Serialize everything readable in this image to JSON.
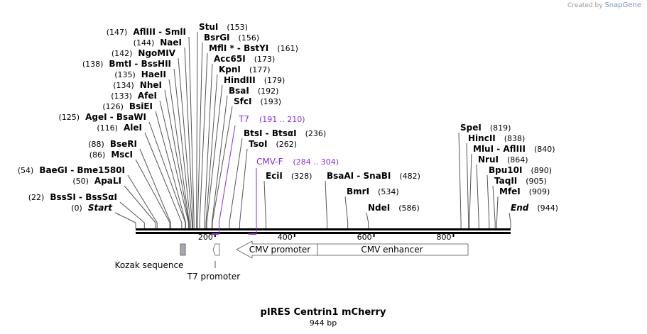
{
  "credit": {
    "prefix": "Created by",
    "brand": "SnapGene"
  },
  "title": "pIRES Centrin1 mCherry",
  "length_label": "944 bp",
  "sequence_length": 944,
  "ruler_ticks": [
    {
      "pos": 200,
      "label": "200"
    },
    {
      "pos": 400,
      "label": "400"
    },
    {
      "pos": 600,
      "label": "600"
    },
    {
      "pos": 800,
      "label": "800"
    }
  ],
  "sites": [
    {
      "pos": 0,
      "names": [
        "Start"
      ],
      "coord": "(0)",
      "special": true
    },
    {
      "pos": 22,
      "names": [
        "BssSI",
        "BssSαI"
      ],
      "coord": "(22)"
    },
    {
      "pos": 50,
      "names": [
        "ApaLI"
      ],
      "coord": "(50)"
    },
    {
      "pos": 54,
      "names": [
        "BaeGI",
        "Bme1580I"
      ],
      "coord": "(54)"
    },
    {
      "pos": 86,
      "names": [
        "MscI"
      ],
      "coord": "(86)"
    },
    {
      "pos": 88,
      "names": [
        "BseRI"
      ],
      "coord": "(88)"
    },
    {
      "pos": 116,
      "names": [
        "AleI"
      ],
      "coord": "(116)"
    },
    {
      "pos": 125,
      "names": [
        "AgeI",
        "BsaWI"
      ],
      "coord": "(125)"
    },
    {
      "pos": 126,
      "names": [
        "BsiEI"
      ],
      "coord": "(126)"
    },
    {
      "pos": 133,
      "names": [
        "AfeI"
      ],
      "coord": "(133)"
    },
    {
      "pos": 134,
      "names": [
        "NheI"
      ],
      "coord": "(134)"
    },
    {
      "pos": 135,
      "names": [
        "HaeII"
      ],
      "coord": "(135)"
    },
    {
      "pos": 138,
      "names": [
        "BmtI",
        "BssHII"
      ],
      "coord": "(138)"
    },
    {
      "pos": 142,
      "names": [
        "NgoMIV"
      ],
      "coord": "(142)"
    },
    {
      "pos": 144,
      "names": [
        "NaeI"
      ],
      "coord": "(144)"
    },
    {
      "pos": 147,
      "names": [
        "AflIII",
        "SmlI"
      ],
      "coord": "(147)"
    },
    {
      "pos": 153,
      "names": [
        "StuI"
      ],
      "coord": "(153)"
    },
    {
      "pos": 156,
      "names": [
        "BsrGI"
      ],
      "coord": "(156)"
    },
    {
      "pos": 161,
      "names": [
        "MflI *",
        "BstYI"
      ],
      "coord": "(161)"
    },
    {
      "pos": 173,
      "names": [
        "Acc65I"
      ],
      "coord": "(173)"
    },
    {
      "pos": 177,
      "names": [
        "KpnI"
      ],
      "coord": "(177)"
    },
    {
      "pos": 179,
      "names": [
        "HindIII"
      ],
      "coord": "(179)"
    },
    {
      "pos": 192,
      "names": [
        "BsaI"
      ],
      "coord": "(192)"
    },
    {
      "pos": 193,
      "names": [
        "SfcI"
      ],
      "coord": "(193)"
    },
    {
      "pos": 236,
      "names": [
        "BtsI",
        "BtsαI"
      ],
      "coord": "(236)"
    },
    {
      "pos": 262,
      "names": [
        "TsoI"
      ],
      "coord": "(262)"
    },
    {
      "pos": 328,
      "names": [
        "EciI"
      ],
      "coord": "(328)"
    },
    {
      "pos": 482,
      "names": [
        "BsaAI",
        "SnaBI"
      ],
      "coord": "(482)"
    },
    {
      "pos": 534,
      "names": [
        "BmrI"
      ],
      "coord": "(534)"
    },
    {
      "pos": 586,
      "names": [
        "NdeI"
      ],
      "coord": "(586)"
    },
    {
      "pos": 819,
      "names": [
        "SpeI"
      ],
      "coord": "(819)"
    },
    {
      "pos": 838,
      "names": [
        "HincII"
      ],
      "coord": "(838)"
    },
    {
      "pos": 840,
      "names": [
        "MluI",
        "AflIII"
      ],
      "coord": "(840)"
    },
    {
      "pos": 864,
      "names": [
        "NruI"
      ],
      "coord": "(864)"
    },
    {
      "pos": 890,
      "names": [
        "Bpu10I"
      ],
      "coord": "(890)"
    },
    {
      "pos": 905,
      "names": [
        "TaqII"
      ],
      "coord": "(905)"
    },
    {
      "pos": 909,
      "names": [
        "MfeI"
      ],
      "coord": "(909)"
    },
    {
      "pos": 944,
      "names": [
        "End"
      ],
      "coord": "(944)",
      "special": true
    }
  ],
  "primers": [
    {
      "name": "T7",
      "range": "(191 .. 210)",
      "start": 191,
      "end": 210,
      "color": "#8b2be2"
    },
    {
      "name": "CMV-F",
      "range": "(284 .. 304)",
      "start": 284,
      "end": 304,
      "color": "#8b2be2"
    }
  ],
  "features": [
    {
      "name": "Kozak sequence",
      "start": 111,
      "end": 120,
      "type": "box",
      "color": "#a8a8b4"
    },
    {
      "name": "T7 promoter",
      "start": 191,
      "end": 210,
      "type": "arrow-left",
      "color": "#ffffff"
    },
    {
      "name": "CMV promoter",
      "start": 247,
      "end": 450,
      "type": "arrow-left",
      "color": "#ffffff"
    },
    {
      "name": "CMV enhancer",
      "start": 450,
      "end": 830,
      "type": "box",
      "color": "#ffffff"
    }
  ],
  "colors": {
    "text": "#000000",
    "primer": "#8b2be2",
    "line": "#555555"
  }
}
